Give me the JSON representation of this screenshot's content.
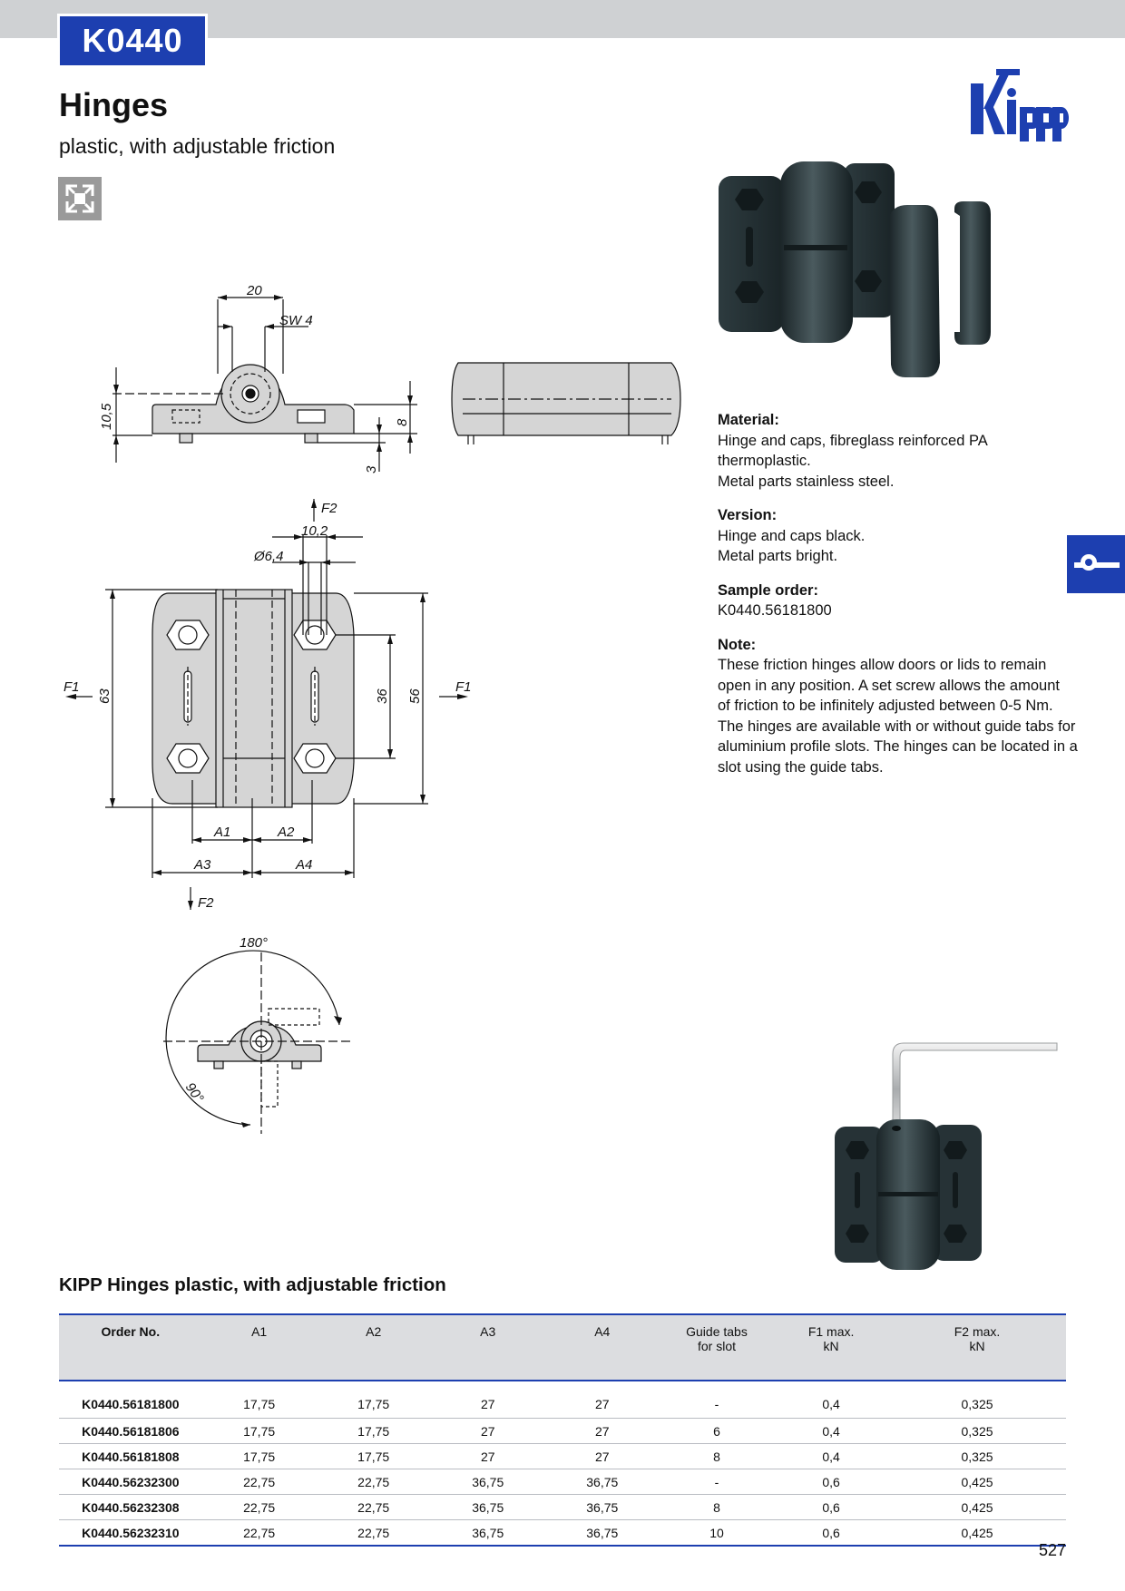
{
  "header": {
    "code": "K0440",
    "title": "Hinges",
    "subtitle": "plastic, with adjustable friction"
  },
  "icons": {
    "category_icon": "profile-slot-icon",
    "logo": "kipp-logo",
    "side_tab_icon": "hinge-icon"
  },
  "colors": {
    "accent": "#1d3fb0",
    "topbar": "#cfd1d3",
    "header_bg": "#dcdde0",
    "part_fill": "#d5d5d5",
    "product": "#223034"
  },
  "drawing_labels": {
    "d20": "20",
    "sw4": "SW 4",
    "d105": "10,5",
    "d8": "8",
    "d3": "3",
    "f2_top": "F2",
    "d102": "10,2",
    "d64": "Ø6,4",
    "f1_left": "F1",
    "d63": "63",
    "d36": "36",
    "d56": "56",
    "f1_right": "F1",
    "a1": "A1",
    "a2": "A2",
    "a3": "A3",
    "a4": "A4",
    "f2_bottom": "F2",
    "angle180": "180°",
    "angle90": "90°"
  },
  "specs": [
    {
      "label": "Material:",
      "text": "Hinge and caps, fibreglass reinforced PA thermoplastic.\nMetal parts stainless steel."
    },
    {
      "label": "Version:",
      "text": "Hinge and caps black.\nMetal parts bright."
    },
    {
      "label": "Sample order:",
      "text": "K0440.56181800"
    },
    {
      "label": "Note:",
      "text": "These friction hinges allow doors or lids to remain\nopen in any position. A set screw allows the amount\nof friction to be infinitely adjusted between 0-5 Nm.\nThe hinges are available with or without guide tabs for\naluminium profile slots. The hinges can be located in a\nslot using the guide tabs."
    }
  ],
  "table": {
    "title": "KIPP Hinges plastic, with adjustable friction",
    "headers": [
      {
        "line1": "Order No.",
        "line2": ""
      },
      {
        "line1": "A1",
        "line2": ""
      },
      {
        "line1": "A2",
        "line2": ""
      },
      {
        "line1": "A3",
        "line2": ""
      },
      {
        "line1": "A4",
        "line2": ""
      },
      {
        "line1": "Guide tabs",
        "line2": "for slot"
      },
      {
        "line1": "F1 max.",
        "line2": "kN"
      },
      {
        "line1": "F2 max.",
        "line2": "kN"
      }
    ],
    "rows": [
      [
        "K0440.56181800",
        "17,75",
        "17,75",
        "27",
        "27",
        "-",
        "0,4",
        "0,325"
      ],
      [
        "K0440.56181806",
        "17,75",
        "17,75",
        "27",
        "27",
        "6",
        "0,4",
        "0,325"
      ],
      [
        "K0440.56181808",
        "17,75",
        "17,75",
        "27",
        "27",
        "8",
        "0,4",
        "0,325"
      ],
      [
        "K0440.56232300",
        "22,75",
        "22,75",
        "36,75",
        "36,75",
        "-",
        "0,6",
        "0,425"
      ],
      [
        "K0440.56232308",
        "22,75",
        "22,75",
        "36,75",
        "36,75",
        "8",
        "0,6",
        "0,425"
      ],
      [
        "K0440.56232310",
        "22,75",
        "22,75",
        "36,75",
        "36,75",
        "10",
        "0,6",
        "0,425"
      ]
    ]
  },
  "page_number": "527"
}
